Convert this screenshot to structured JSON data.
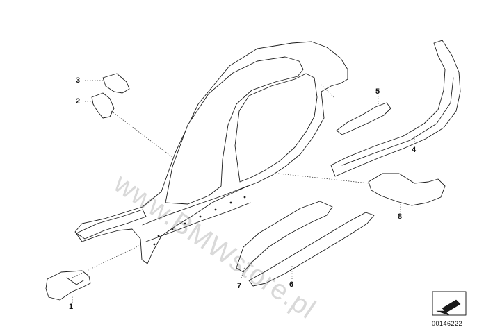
{
  "watermark": "www.BMWstore.pl",
  "diagram_id": "00146222",
  "callouts": [
    {
      "id": "1",
      "label": "1"
    },
    {
      "id": "2",
      "label": "2"
    },
    {
      "id": "3",
      "label": "3"
    },
    {
      "id": "4",
      "label": "4"
    },
    {
      "id": "5",
      "label": "5"
    },
    {
      "id": "6",
      "label": "6"
    },
    {
      "id": "7",
      "label": "7"
    },
    {
      "id": "8",
      "label": "8"
    }
  ],
  "icons": {
    "reference": "arrow-down-left-icon"
  },
  "colors": {
    "line": "#1a1a1a",
    "fill": "#ffffff",
    "watermark": "#9a9a9a"
  }
}
